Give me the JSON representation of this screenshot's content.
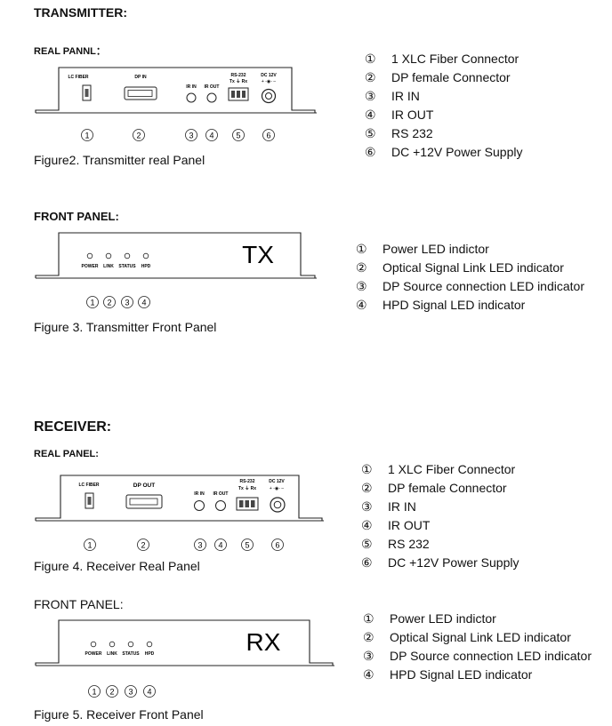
{
  "transmitter": {
    "heading": "TRANSMITTER:",
    "real_panel": {
      "subheading": "REAL PANNL：",
      "labels": {
        "lc_fiber": "LC FIBER",
        "dp": "DP IN",
        "ir_in": "IR IN",
        "ir_out": "IR OUT",
        "rs232": "RS-232",
        "rs232_pins": "Tx ⏚ Rx",
        "dc": "DC 12V",
        "dc_symbol": "+ -◉- –"
      },
      "callouts": [
        "1",
        "2",
        "3",
        "4",
        "5",
        "6"
      ],
      "caption": "Figure2. Transmitter real Panel",
      "legend": [
        {
          "num": "①",
          "text": "1 XLC Fiber Connector"
        },
        {
          "num": "②",
          "text": "DP female Connector"
        },
        {
          "num": "③",
          "text": "IR IN"
        },
        {
          "num": "④",
          "text": "IR OUT"
        },
        {
          "num": "⑤",
          "text": "RS 232"
        },
        {
          "num": "⑥",
          "text": "DC +12V Power Supply"
        }
      ]
    },
    "front_panel": {
      "subheading": "FRONT PANEL:",
      "leds": [
        "POWER",
        "LINK",
        "STATUS",
        "HPD"
      ],
      "badge": "TX",
      "callouts": [
        "1",
        "2",
        "3",
        "4"
      ],
      "caption": "Figure 3. Transmitter Front Panel",
      "legend": [
        {
          "num": "①",
          "text": "Power LED indictor"
        },
        {
          "num": "②",
          "text": "Optical Signal Link LED indicator"
        },
        {
          "num": "③",
          "text": "DP Source connection LED indicator"
        },
        {
          "num": "④",
          "text": "HPD Signal LED indicator"
        }
      ]
    }
  },
  "receiver": {
    "heading": "RECEIVER:",
    "real_panel": {
      "subheading": "REAL PANEL:",
      "labels": {
        "lc_fiber": "LC FIBER",
        "dp": "DP OUT",
        "ir_in": "IR IN",
        "ir_out": "IR OUT",
        "rs232": "RS-232",
        "rs232_pins": "Tx ⏚ Rx",
        "dc": "DC 12V",
        "dc_symbol": "+ -◉- –"
      },
      "callouts": [
        "1",
        "2",
        "3",
        "4",
        "5",
        "6"
      ],
      "caption": "Figure 4. Receiver Real Panel",
      "legend": [
        {
          "num": "①",
          "text": "1 XLC Fiber Connector"
        },
        {
          "num": "②",
          "text": "DP female Connector"
        },
        {
          "num": "③",
          "text": "IR IN"
        },
        {
          "num": "④",
          "text": "IR OUT"
        },
        {
          "num": "⑤",
          "text": "RS 232"
        },
        {
          "num": "⑥",
          "text": "DC +12V Power Supply"
        }
      ]
    },
    "front_panel": {
      "subheading": "FRONT PANEL:",
      "leds": [
        "POWER",
        "LINK",
        "STATUS",
        "HPD"
      ],
      "badge": "RX",
      "callouts": [
        "1",
        "2",
        "3",
        "4"
      ],
      "caption": "Figure 5. Receiver Front Panel",
      "legend": [
        {
          "num": "①",
          "text": "Power LED indictor"
        },
        {
          "num": "②",
          "text": "Optical Signal Link LED indicator"
        },
        {
          "num": "③",
          "text": "DP Source connection LED indicator"
        },
        {
          "num": "④",
          "text": "HPD Signal LED indicator"
        }
      ]
    }
  }
}
